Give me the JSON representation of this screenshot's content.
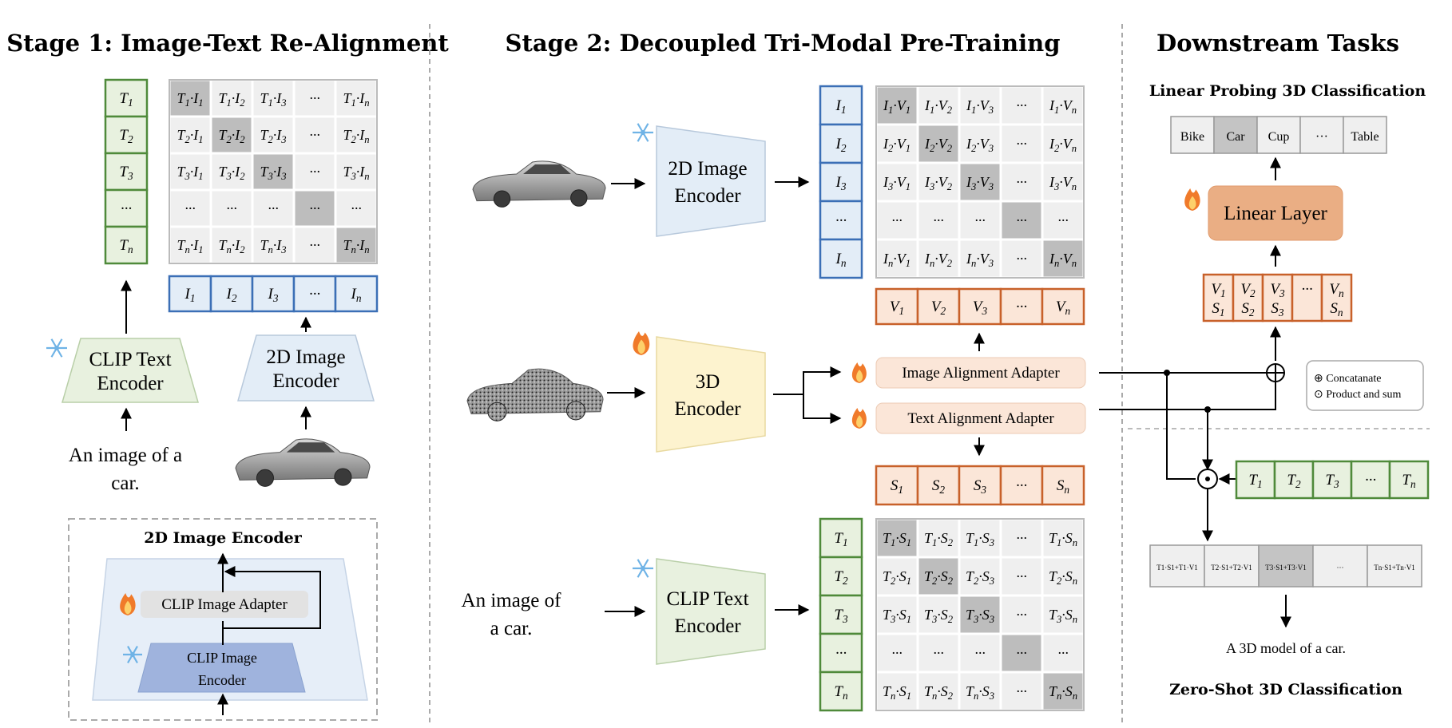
{
  "titles": {
    "stage1": "Stage 1: Image-Text Re-Alignment",
    "stage2": "Stage 2: Decoupled Tri-Modal Pre-Training",
    "downstream": "Downstream Tasks"
  },
  "stage1": {
    "text_tokens": [
      "T1",
      "T2",
      "T3",
      "···",
      "Tn"
    ],
    "image_tokens": [
      "I1",
      "I2",
      "I3",
      "···",
      "In"
    ],
    "sim_matrix": [
      [
        "T1·I1",
        "T1·I2",
        "T1·I3",
        "···",
        "T1·In"
      ],
      [
        "T2·I1",
        "T2·I2",
        "T2·I3",
        "···",
        "T2·In"
      ],
      [
        "T3·I1",
        "T3·I2",
        "T3·I3",
        "···",
        "T3·In"
      ],
      [
        "···",
        "···",
        "···",
        "···",
        "···"
      ],
      [
        "Tn·I1",
        "Tn·I2",
        "Tn·I3",
        "···",
        "Tn·In"
      ]
    ],
    "text_encoder": [
      "CLIP Text",
      "Encoder"
    ],
    "image_encoder": [
      "2D Image",
      "Encoder"
    ],
    "caption": [
      "An image of a",
      "car."
    ],
    "detail_box": {
      "title": "2D Image Encoder",
      "adapter": "CLIP Image Adapter",
      "encoder": [
        "CLIP Image",
        "Encoder"
      ]
    }
  },
  "stage2": {
    "image_encoder": [
      "2D Image",
      "Encoder"
    ],
    "encoder_3d": [
      "3D",
      "Encoder"
    ],
    "text_encoder": [
      "CLIP Text",
      "Encoder"
    ],
    "image_adapter": "Image Alignment Adapter",
    "text_adapter": "Text Alignment Adapter",
    "caption": [
      "An image of",
      "a car."
    ],
    "image_tokens": [
      "I1",
      "I2",
      "I3",
      "···",
      "In"
    ],
    "v_tokens": [
      "V1",
      "V2",
      "V3",
      "···",
      "Vn"
    ],
    "s_tokens": [
      "S1",
      "S2",
      "S3",
      "···",
      "Sn"
    ],
    "text_tokens": [
      "T1",
      "T2",
      "T3",
      "···",
      "Tn"
    ],
    "iv_matrix": [
      [
        "I1·V1",
        "I1·V2",
        "I1·V3",
        "···",
        "I1·Vn"
      ],
      [
        "I2·V1",
        "I2·V2",
        "I2·V3",
        "···",
        "I2·Vn"
      ],
      [
        "I3·V1",
        "I3·V2",
        "I3·V3",
        "···",
        "I3·Vn"
      ],
      [
        "···",
        "···",
        "···",
        "···",
        "···"
      ],
      [
        "In·V1",
        "In·V2",
        "In·V3",
        "···",
        "In·Vn"
      ]
    ],
    "ts_matrix": [
      [
        "T1·S1",
        "T1·S2",
        "T1·S3",
        "···",
        "T1·Sn"
      ],
      [
        "T2·S1",
        "T2·S2",
        "T2·S3",
        "···",
        "T2·Sn"
      ],
      [
        "T3·S1",
        "T3·S2",
        "T3·S3",
        "···",
        "T3·Sn"
      ],
      [
        "···",
        "···",
        "···",
        "···",
        "···"
      ],
      [
        "Tn·S1",
        "Tn·S2",
        "Tn·S3",
        "···",
        "Tn·Sn"
      ]
    ]
  },
  "downstream": {
    "linear_title": "Linear Probing 3D Classification",
    "classes": [
      "Bike",
      "Car",
      "Cup",
      "···",
      "Table"
    ],
    "linear_layer": "Linear Layer",
    "vs_tokens": [
      [
        "V1",
        "S1"
      ],
      [
        "V2",
        "S2"
      ],
      [
        "V3",
        "S3"
      ],
      [
        "···",
        ""
      ],
      [
        "Vn",
        "Sn"
      ]
    ],
    "legend": [
      "⊕ Concatanate",
      "⊙ Product and sum"
    ],
    "text_tokens": [
      "T1",
      "T2",
      "T3",
      "···",
      "Tn"
    ],
    "zs_scores": [
      "T1·S1+T1·V1",
      "T2·S1+T2·V1",
      "T3·S1+T3·V1",
      "···",
      "Tn·S1+Tn·V1"
    ],
    "zs_caption": "A 3D model of a car.",
    "zs_title": "Zero-Shot 3D Classification"
  },
  "colors": {
    "blue": "#3b6fb6",
    "green": "#4f8a3a",
    "orange": "#c8612a",
    "grey_cell": "#efefef",
    "dark_cell": "#bdbdbd",
    "token_fill": "#fbe6d8",
    "green_fill": "#e8f1df",
    "blue_fill": "#e3edf7"
  }
}
